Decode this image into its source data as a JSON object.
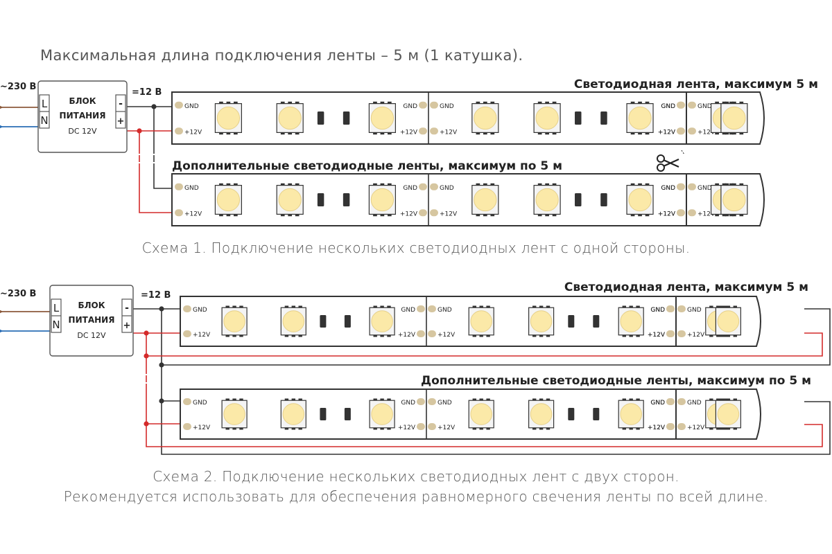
{
  "top_note": "Максимальная длина подключения ленты – 5 м (1 катушка).",
  "psu": {
    "title_line1": "БЛОК",
    "title_line2": "ПИТАНИЯ",
    "model": "DC 12V",
    "input_label": "~230 В",
    "output_label": "=12 В",
    "terminal_l": "L",
    "terminal_n": "N",
    "terminal_minus": "-",
    "terminal_plus": "+"
  },
  "strip": {
    "gnd": "GND",
    "plus12": "+12V"
  },
  "scheme1": {
    "main_title": "Светодиодная лента, максимум 5 м",
    "extra_title": "Дополнительные светодиодные ленты, максимум по 5 м",
    "caption": "Схема 1. Подключение нескольких светодиодных лент с одной стороны."
  },
  "scheme2": {
    "main_title": "Светодиодная лента, максимум 5 м",
    "extra_title": "Дополнительные светодиодные ленты, максимум по 5 м",
    "caption_line1": "Схема 2. Подключение нескольких светодиодных лент с двух сторон.",
    "caption_line2": "Рекомендуется использовать для обеспечения равномерного свечения ленты по всей длине."
  },
  "colors": {
    "wire_live": "#8b5a3c",
    "wire_neutral": "#2a6db5",
    "wire_positive": "#d42a2a",
    "wire_ground": "#333333",
    "led": "#fbe9a8",
    "pad": "#d6c6a0"
  },
  "icons": {
    "cut_marker": "scissors-icon"
  }
}
